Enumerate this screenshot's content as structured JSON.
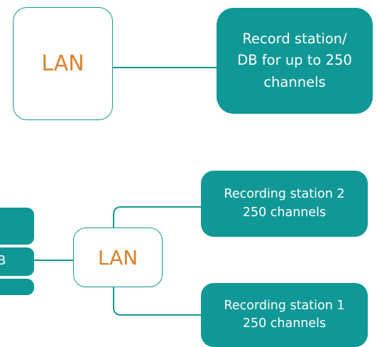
{
  "colors": {
    "teal": "#0f9896",
    "orange": "#d9822b",
    "white": "#ffffff"
  },
  "top_section": {
    "lan_label": "LAN",
    "station_text": "Record station/\nDB for up to 250\nchannels"
  },
  "bottom_section": {
    "db_label": "B",
    "lan_label": "LAN",
    "station_2_text": "Recording station 2\n250 channels",
    "station_1_text": "Recording station 1\n250 channels"
  }
}
